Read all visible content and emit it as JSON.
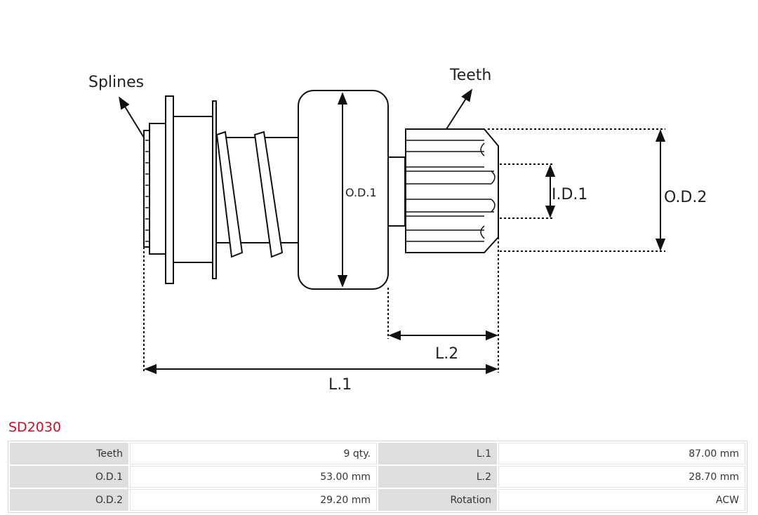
{
  "diagram": {
    "labels": {
      "splines": "Splines",
      "teeth": "Teeth",
      "od1": "O.D.1",
      "id1": "I.D.1",
      "od2": "O.D.2",
      "l2": "L.2",
      "l1": "L.1"
    }
  },
  "part": {
    "code": "SD2030",
    "code_color": "#c8102e"
  },
  "specs": {
    "rows": [
      {
        "k1": "Teeth",
        "v1": "9 qty.",
        "k2": "L.1",
        "v2": "87.00 mm"
      },
      {
        "k1": "O.D.1",
        "v1": "53.00 mm",
        "k2": "L.2",
        "v2": "28.70 mm"
      },
      {
        "k1": "O.D.2",
        "v1": "29.20 mm",
        "k2": "Rotation",
        "v2": "ACW"
      }
    ]
  }
}
